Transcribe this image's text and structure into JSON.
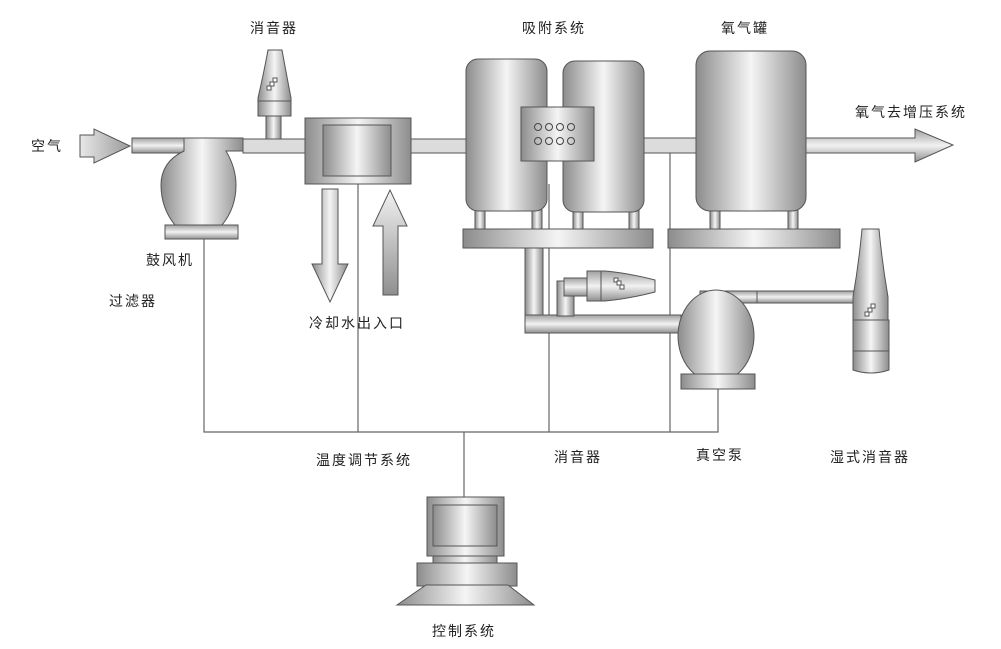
{
  "diagram": {
    "type": "process-flow",
    "subject": "oxygen generation system (VPSA)",
    "labels": {
      "air": "空气",
      "silencer_top": "消音器",
      "adsorption_system": "吸附系统",
      "oxygen_tank": "氧气罐",
      "oxygen_to_booster": "氧气去增压系统",
      "blower": "鼓风机",
      "filter": "过滤器",
      "cooling_water": "冷却水出入口",
      "temperature_control": "温度调节系统",
      "silencer_bottom": "消音器",
      "vacuum_pump": "真空泵",
      "wet_silencer": "湿式消音器",
      "control_system": "控制系统"
    },
    "nodes": [
      {
        "id": "air",
        "label": "空气"
      },
      {
        "id": "blower",
        "label": "鼓风机"
      },
      {
        "id": "filter",
        "label": "过滤器"
      },
      {
        "id": "silencer_top",
        "label": "消音器"
      },
      {
        "id": "heat_exchanger",
        "label": "冷却水出入口"
      },
      {
        "id": "adsorption",
        "label": "吸附系统"
      },
      {
        "id": "oxygen_tank",
        "label": "氧气罐"
      },
      {
        "id": "booster",
        "label": "氧气去增压系统"
      },
      {
        "id": "silencer_bottom",
        "label": "消音器"
      },
      {
        "id": "vacuum_pump",
        "label": "真空泵"
      },
      {
        "id": "wet_silencer",
        "label": "湿式消音器"
      },
      {
        "id": "temp_control",
        "label": "温度调节系统"
      },
      {
        "id": "control",
        "label": "控制系统"
      }
    ],
    "edges": [
      {
        "from": "air",
        "to": "blower"
      },
      {
        "from": "blower",
        "to": "heat_exchanger"
      },
      {
        "from": "blower",
        "to": "silencer_top"
      },
      {
        "from": "heat_exchanger",
        "to": "adsorption"
      },
      {
        "from": "adsorption",
        "to": "oxygen_tank"
      },
      {
        "from": "oxygen_tank",
        "to": "booster"
      },
      {
        "from": "adsorption",
        "to": "vacuum_pump"
      },
      {
        "from": "adsorption",
        "to": "silencer_bottom"
      },
      {
        "from": "vacuum_pump",
        "to": "wet_silencer"
      },
      {
        "from": "control",
        "to": "blower",
        "kind": "signal"
      },
      {
        "from": "control",
        "to": "heat_exchanger",
        "kind": "signal"
      },
      {
        "from": "control",
        "to": "adsorption",
        "kind": "signal"
      },
      {
        "from": "control",
        "to": "oxygen_tank",
        "kind": "signal"
      },
      {
        "from": "control",
        "to": "vacuum_pump",
        "kind": "signal"
      }
    ],
    "colors": {
      "equipment_dark": "#8a8a8a",
      "equipment_light": "#f4f4f4",
      "outline": "#555555",
      "wire": "#666666",
      "text": "#222222"
    }
  }
}
